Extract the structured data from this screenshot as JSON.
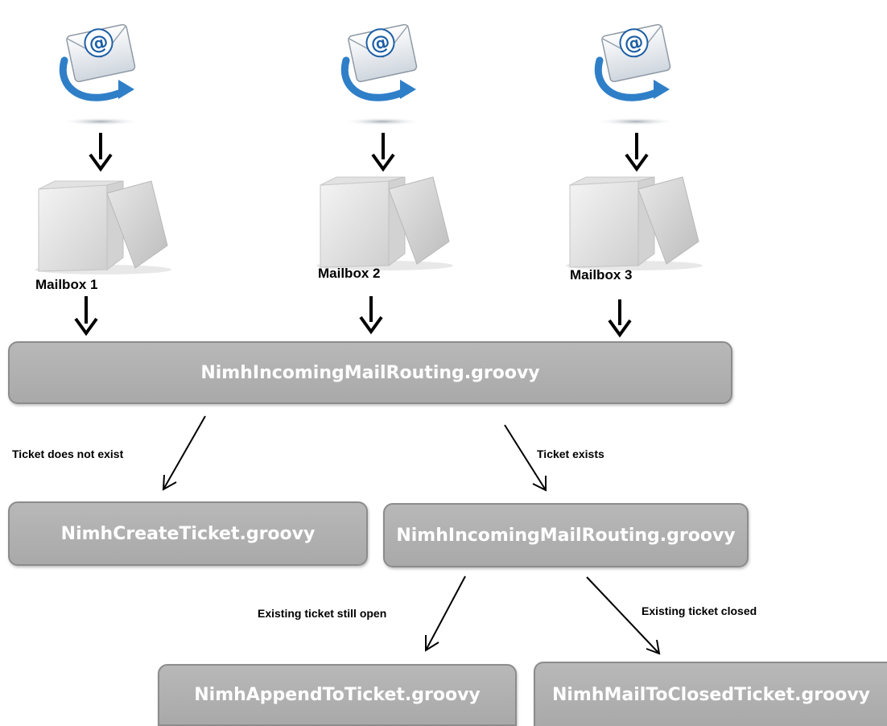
{
  "mailboxes": [
    {
      "label": "Mailbox 1",
      "icon": "email-icon",
      "box_icon": "open-box-icon"
    },
    {
      "label": "Mailbox 2",
      "icon": "email-icon",
      "box_icon": "open-box-icon"
    },
    {
      "label": "Mailbox 3",
      "icon": "email-icon",
      "box_icon": "open-box-icon"
    }
  ],
  "nodes": {
    "router": "NimhIncomingMailRouting.groovy",
    "create": "NimhCreateTicket.groovy",
    "router2": "NimhIncomingMailRouting.groovy",
    "append": "NimhAppendToTicket.groovy",
    "closed": "NimhMailToClosedTicket.groovy"
  },
  "edges": {
    "not_exist": "Ticket does not exist",
    "exists": "Ticket exists",
    "still_open": "Existing ticket still open",
    "ticket_closed": "Existing ticket closed"
  },
  "colors": {
    "box_fill": "#b0b0b0",
    "box_border": "#8c8c8c",
    "box_text": "#ffffff",
    "arrow": "#000000",
    "envelope_blue": "#2f7fc8"
  }
}
